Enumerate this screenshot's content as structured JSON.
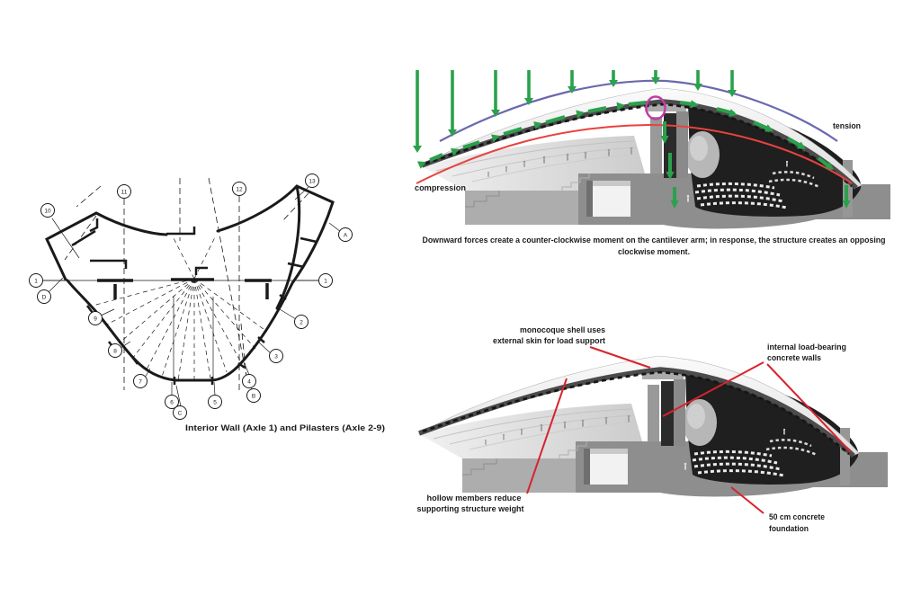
{
  "page": {
    "background": "#ffffff"
  },
  "colors": {
    "force_green": "#2aa14c",
    "tension_blue": "#6b68ae",
    "compression_red": "#e8423f",
    "highlight_magenta": "#c33ea4",
    "leader_red": "#d8232e",
    "drawing_black": "#1a1a1a"
  },
  "plan": {
    "caption": "Interior Wall (Axle 1) and Pilasters (Axle 2-9)",
    "axle_bubbles": [
      {
        "label": "10"
      },
      {
        "label": "11"
      },
      {
        "label": "12"
      },
      {
        "label": "13"
      },
      {
        "label": "A"
      },
      {
        "label": "1"
      },
      {
        "label": "D"
      },
      {
        "label": "1"
      },
      {
        "label": "9"
      },
      {
        "label": "2"
      },
      {
        "label": "8"
      },
      {
        "label": "3"
      },
      {
        "label": "7"
      },
      {
        "label": "4"
      },
      {
        "label": "B"
      },
      {
        "label": "6"
      },
      {
        "label": "5"
      },
      {
        "label": "C"
      }
    ]
  },
  "moment_diagram": {
    "tension_label": "tension",
    "compression_label": "compression",
    "caption_line1": "Downward forces create a counter-clockwise moment on the cantilever arm; in response, the structure creates an opposing",
    "caption_line2": "clockwise moment."
  },
  "structure_diagram": {
    "labels": {
      "monocoque_line1": "monocoque shell uses",
      "monocoque_line2": "external skin for load support",
      "internal_line1": "internal load-bearing",
      "internal_line2": "concrete walls",
      "hollow_line1": "hollow members reduce",
      "hollow_line2": "supporting structure weight",
      "foundation_line1": "50 cm concrete",
      "foundation_line2": "foundation"
    }
  }
}
